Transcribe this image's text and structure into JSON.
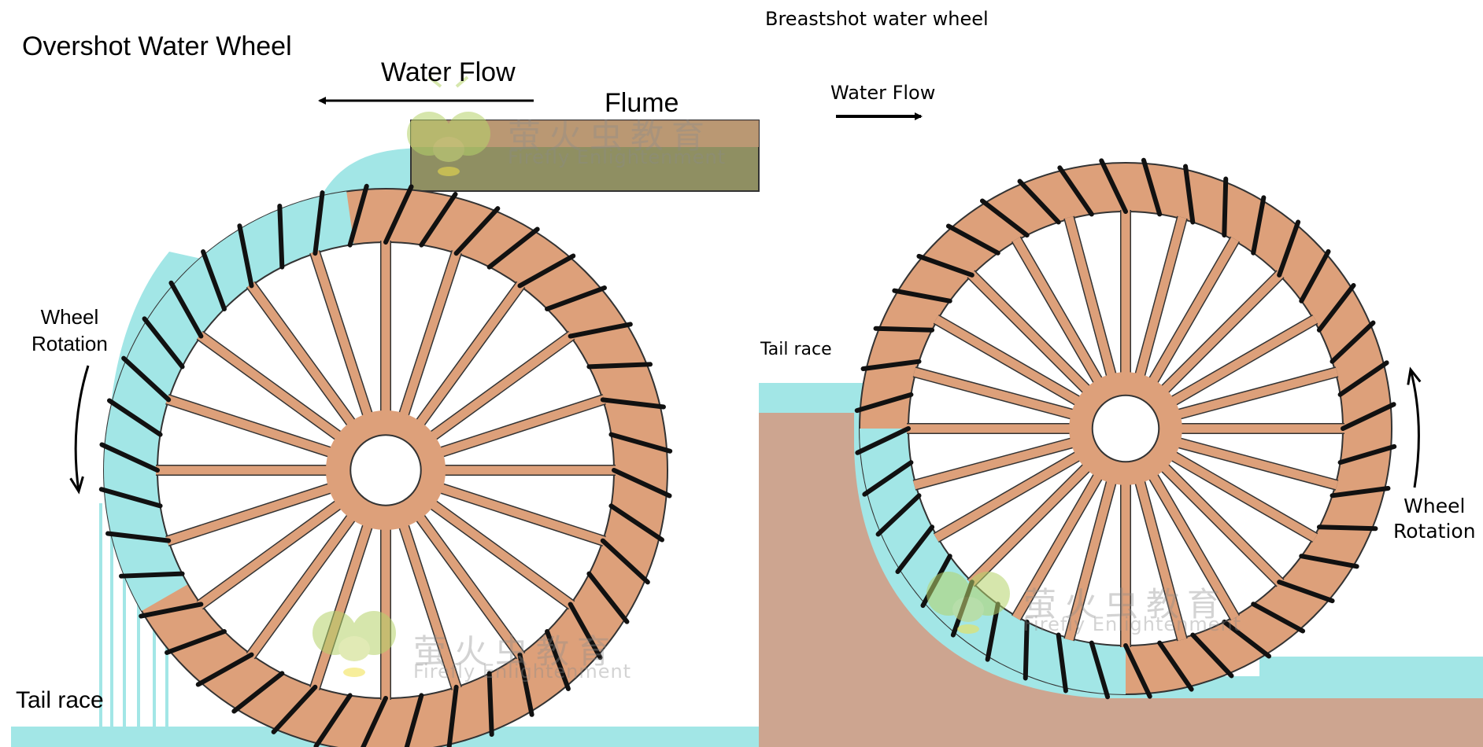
{
  "left_panel": {
    "title": "Overshot Water Wheel",
    "water_flow_label": "Water Flow",
    "flume_label": "Flume",
    "rotation_label": "Wheel\nRotation",
    "tail_race_label": "Tail race"
  },
  "right_panel": {
    "title": "Breastshot water wheel",
    "water_flow_label": "Water Flow",
    "tail_race_label": "Tail race",
    "rotation_label": "Wheel\nRotation"
  },
  "watermark": {
    "chinese": "萤火虫教育",
    "english": "Firefly Enlightenment"
  },
  "colors": {
    "wheel": "#DDA07A",
    "water": "#A2E6E6",
    "ground": "#CDA590",
    "flume": "#8F8F62",
    "outline": "#111111"
  },
  "icons": [
    "arrow-left-icon",
    "arrow-right-icon",
    "curved-arrow-down-icon",
    "curved-arrow-up-icon",
    "firefly-logo-icon"
  ]
}
